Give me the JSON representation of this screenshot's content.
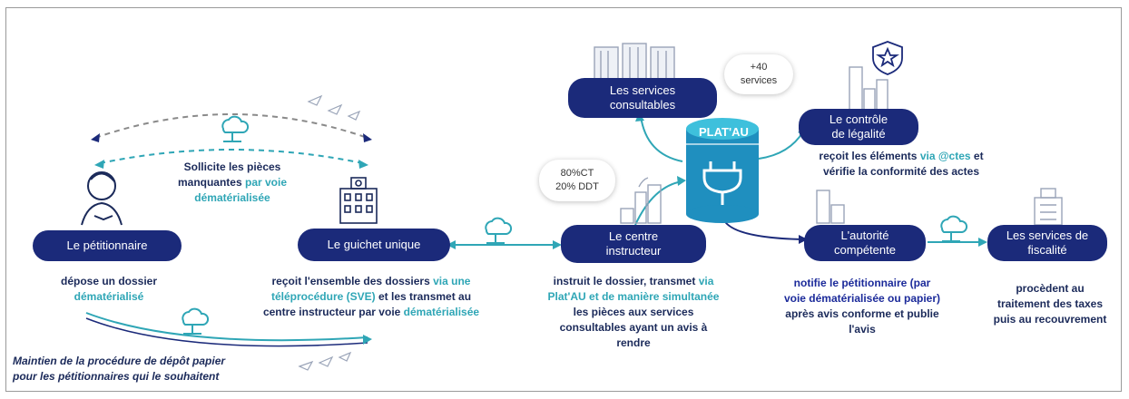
{
  "actors": {
    "petitionnaire": "Le pétitionnaire",
    "guichet": "Le guichet unique",
    "centre_line1": "Le centre",
    "centre_line2": "instructeur",
    "services_line1": "Les services",
    "services_line2": "consultables",
    "controle_line1": "Le contrôle",
    "controle_line2": "de légalité",
    "autorite_line1": "L'autorité",
    "autorite_line2": "compétente",
    "fiscalite_line1": "Les services de",
    "fiscalite_line2": "fiscalité",
    "platau": "PLAT'AU"
  },
  "bubbles": {
    "services_count_line1": "+40",
    "services_count_line2": "services",
    "ct_line1": "80%CT",
    "ct_line2": "20% DDT"
  },
  "texts": {
    "sollicite_a": "Sollicite les pièces",
    "sollicite_b": "manquantes",
    "sollicite_c": "par voie",
    "sollicite_d": "dématérialisée",
    "depose_a": "dépose un dossier",
    "depose_b": "dématérialisé",
    "guichet_a": "reçoit l'ensemble des dossiers",
    "guichet_b": "via une",
    "guichet_c": "téléprocédure (SVE)",
    "guichet_d": "et les transmet au",
    "guichet_e": "centre instructeur par voie",
    "guichet_f": "dématérialisée",
    "centre_a": "instruit le dossier, transmet",
    "centre_b": "via",
    "centre_c": "Plat'AU et de manière simultanée",
    "centre_d": "les pièces aux services",
    "centre_e": "consultables ayant un avis à",
    "centre_f": "rendre",
    "controle_a": "reçoit les éléments",
    "controle_b": "via @ctes",
    "controle_c": "et",
    "controle_d": "vérifie la conformité des actes",
    "autorite_a": "notifie le pétitionnaire (par",
    "autorite_b": "voie dématérialisée ou papier)",
    "autorite_c": "après avis conforme et publie",
    "autorite_d": "l'avis",
    "fiscalite_a": "procèdent au",
    "fiscalite_b": "traitement des taxes",
    "fiscalite_c": "puis au recouvrement",
    "paper_a": "Maintien de la procédure de dépôt papier",
    "paper_b": "pour les pétitionnaires qui le souhaitent"
  },
  "colors": {
    "navy": "#1b2a7a",
    "teal": "#2fa6b6",
    "text_dark": "#1b2a5a"
  },
  "icons": [
    "cloud-network-icon",
    "person-icon",
    "building-icon",
    "factory-icon",
    "shield-star-icon",
    "paper-plane-icon",
    "plug-icon"
  ]
}
